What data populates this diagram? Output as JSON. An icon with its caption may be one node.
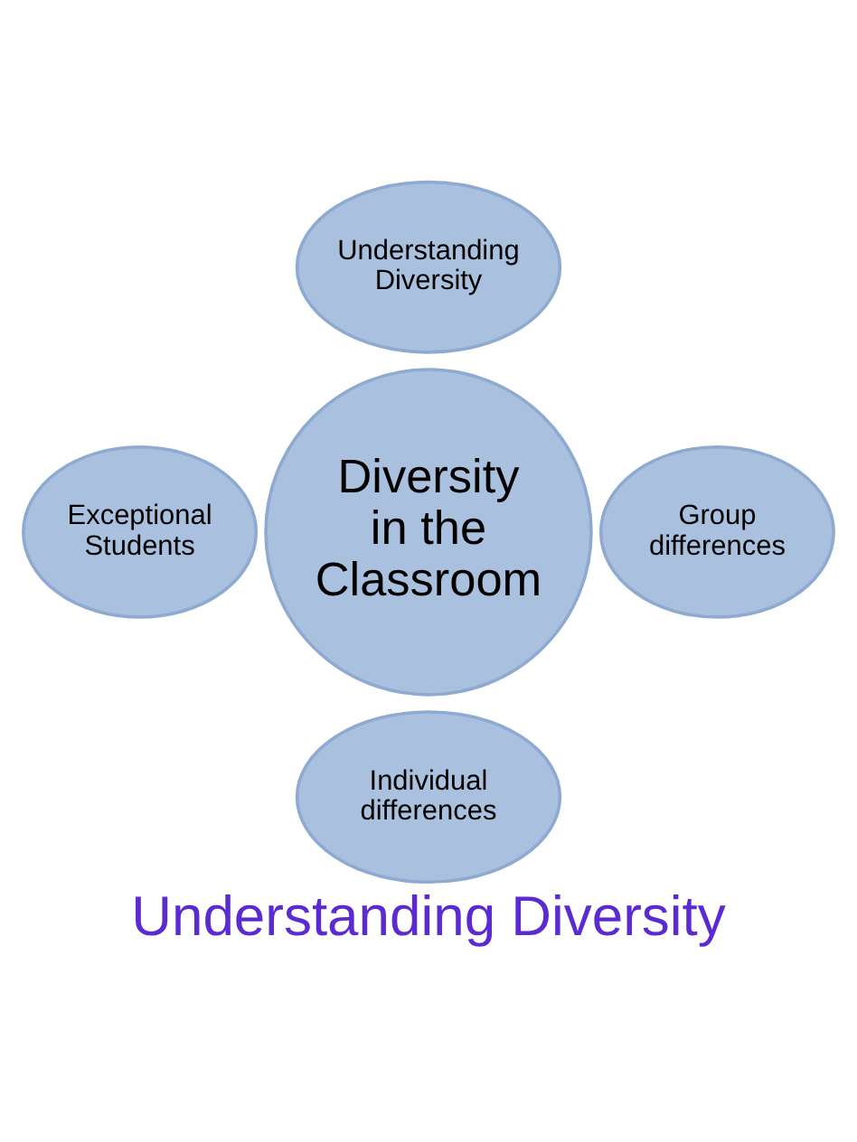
{
  "diagram": {
    "caption": "Understanding Diversity",
    "nodes": [
      {
        "text": [
          "Understanding Diversity"
        ]
      },
      {
        "text": [
          "Exceptional Students"
        ]
      },
      {
        "text": [
          "Diversity in the Classroom"
        ]
      },
      {
        "text": [
          "Group differences"
        ]
      },
      {
        "text": [
          "Individual differences"
        ]
      }
    ]
  }
}
